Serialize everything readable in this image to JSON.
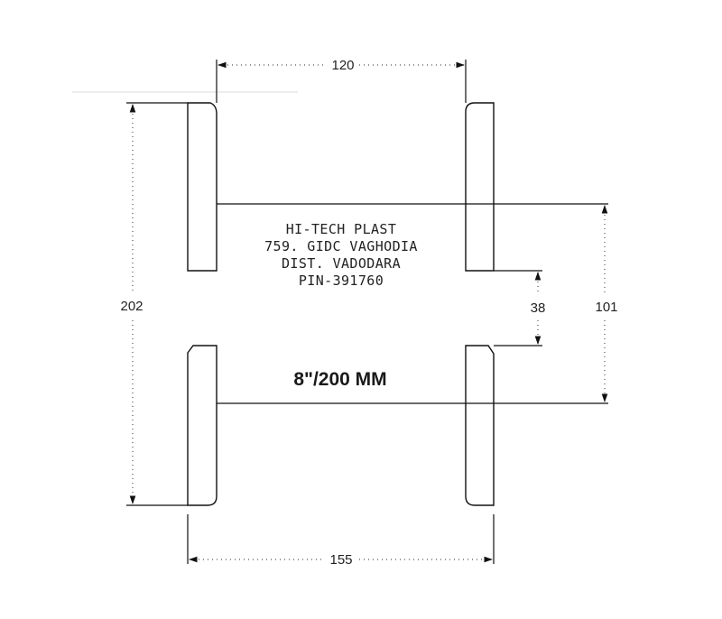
{
  "dimensions": {
    "top_width": "120",
    "bottom_width": "155",
    "total_height": "202",
    "hub_gap": "38",
    "flange_distance": "101"
  },
  "address_lines": [
    "HI-TECH PLAST",
    "759. GIDC VAGHODIA",
    "DIST. VADODARA",
    "PIN-391760"
  ],
  "size_label": "8\"/200 MM",
  "colors": {
    "line": "#111111",
    "dimension": "#555555",
    "text": "#222222"
  }
}
